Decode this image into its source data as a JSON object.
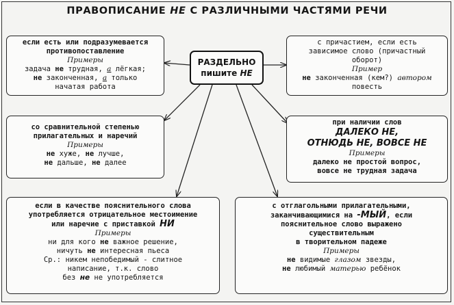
{
  "title": {
    "part1": "ПРАВОПИСАНИЕ",
    "ne": "НЕ",
    "part2": "С РАЗЛИЧНЫМИ ЧАСТЯМИ РЕЧИ"
  },
  "center": {
    "line1": "РАЗДЕЛЬНО",
    "line2_prefix": "пишите",
    "line2_ne": "НЕ"
  },
  "box_top_left": {
    "l1": "если есть или подразумевается",
    "l2": "противопоставление",
    "examples_label": "Примеры",
    "ex1_a": "задача",
    "ex1_ne": "не",
    "ex1_b": "трудная,",
    "ex1_a_conj": "а",
    "ex1_c": "лёгкая;",
    "ex2_ne": "не",
    "ex2_b": "законченная,",
    "ex2_a_conj": "а",
    "ex2_c": "только",
    "ex3": "начатая работа"
  },
  "box_top_right": {
    "l1": "с причастием, если есть",
    "l2": "зависимое слово (причастный",
    "l3": "оборот)",
    "examples_label": "Пример",
    "ex_ne": "не",
    "ex_a": "законченная (кем?)",
    "ex_author": "автором",
    "ex_b": "повесть"
  },
  "box_mid_left": {
    "l1": "со сравнительной степенью",
    "l2": "прилагательных  и наречий",
    "examples_label": "Примеры",
    "ex1_ne1": "не",
    "ex1_a": "хуже,",
    "ex1_ne2": "не",
    "ex1_b": "лучше,",
    "ex2_ne1": "не",
    "ex2_a": "дальше,",
    "ex2_ne2": "не",
    "ex2_b": "далее"
  },
  "box_mid_right": {
    "l1": "при наличии слов",
    "l2": "ДАЛЕКО НЕ,",
    "l3": "ОТНЮДЬ НЕ, ВОВСЕ НЕ",
    "examples_label": "Примеры",
    "ex1_a": "далеко",
    "ex1_ne": "не",
    "ex1_b": "простой вопрос,",
    "ex2_a": "вовсе",
    "ex2_ne": "не",
    "ex2_b": "трудная задача"
  },
  "box_bottom_left": {
    "l1": "если в качестве пояснительного слова",
    "l2": "употребляется отрицательное местоимение",
    "l3_a": "или наречие с приставкой",
    "l3_ni": "НИ",
    "examples_label": "Примеры",
    "ex1_a": "ни для кого",
    "ex1_ne": "не",
    "ex1_b": "важное решение,",
    "ex2_a": "ничуть",
    "ex2_ne": "не",
    "ex2_b": "интересная пьеса",
    "ex3": "Ср.: никем непобедимый - слитное",
    "ex4": "написание, т.к. слово",
    "ex5_a": "без",
    "ex5_ne": "не",
    "ex5_b": "не употребляется"
  },
  "box_bottom_right": {
    "l1": "с отглагольными прилагательными,",
    "l2_a": "заканчивающимися на",
    "l2_myi": "-МЫЙ",
    "l2_b": ", если",
    "l3": "пояснительное слово выражено",
    "l4": "существительным",
    "l5": "в творительном падеже",
    "examples_label": "Примеры",
    "ex1_ne": "не",
    "ex1_a": "видимые",
    "ex1_eyes": "глазом",
    "ex1_b": "звезды,",
    "ex2_ne": "не",
    "ex2_a": "любимый",
    "ex2_mother": "матерью",
    "ex2_b": "ребёнок"
  }
}
